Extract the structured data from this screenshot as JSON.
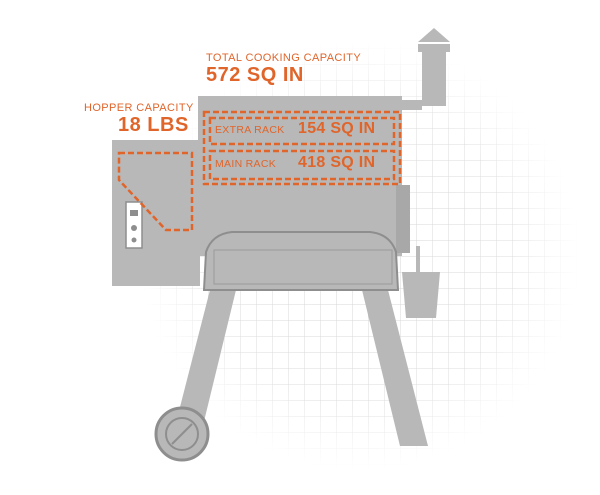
{
  "colors": {
    "accent": "#e0652b",
    "grill_gray": "#b8b8b8",
    "grill_dark": "#8e8e8e",
    "grid_line": "#d4d4d4"
  },
  "labels": {
    "total_title": "TOTAL COOKING CAPACITY",
    "total_value": "572 SQ IN",
    "hopper_title": "HOPPER CAPACITY",
    "hopper_value": "18 LBS",
    "extra_title": "EXTRA RACK",
    "extra_value": "154 SQ IN",
    "main_title": "MAIN RACK",
    "main_value": "418 SQ IN"
  },
  "icons": {
    "wheel": "wheel-icon",
    "chimney": "chimney-icon"
  }
}
